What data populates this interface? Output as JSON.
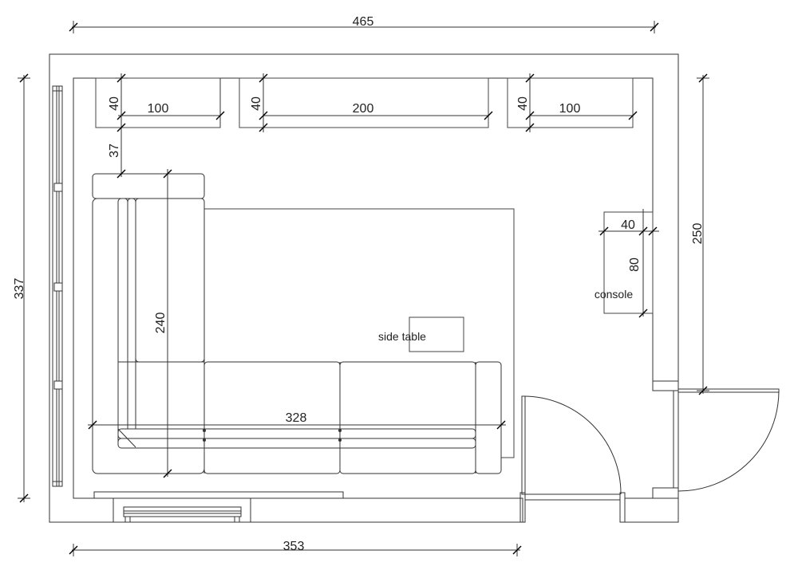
{
  "dimensions": {
    "room_width_top": "465",
    "room_depth_left": "337",
    "right_wall_length": "250",
    "bottom_width": "353",
    "cabinet_left_depth": "40",
    "cabinet_left_width": "100",
    "cabinet_mid_depth": "40",
    "cabinet_mid_width": "200",
    "cabinet_right_depth": "40",
    "cabinet_right_width": "100",
    "cabinet_to_sofa_gap": "37",
    "sofa_depth": "240",
    "sofa_width": "328",
    "console_depth": "40",
    "console_length": "80"
  },
  "labels": {
    "side_table": "side table",
    "console": "console"
  }
}
